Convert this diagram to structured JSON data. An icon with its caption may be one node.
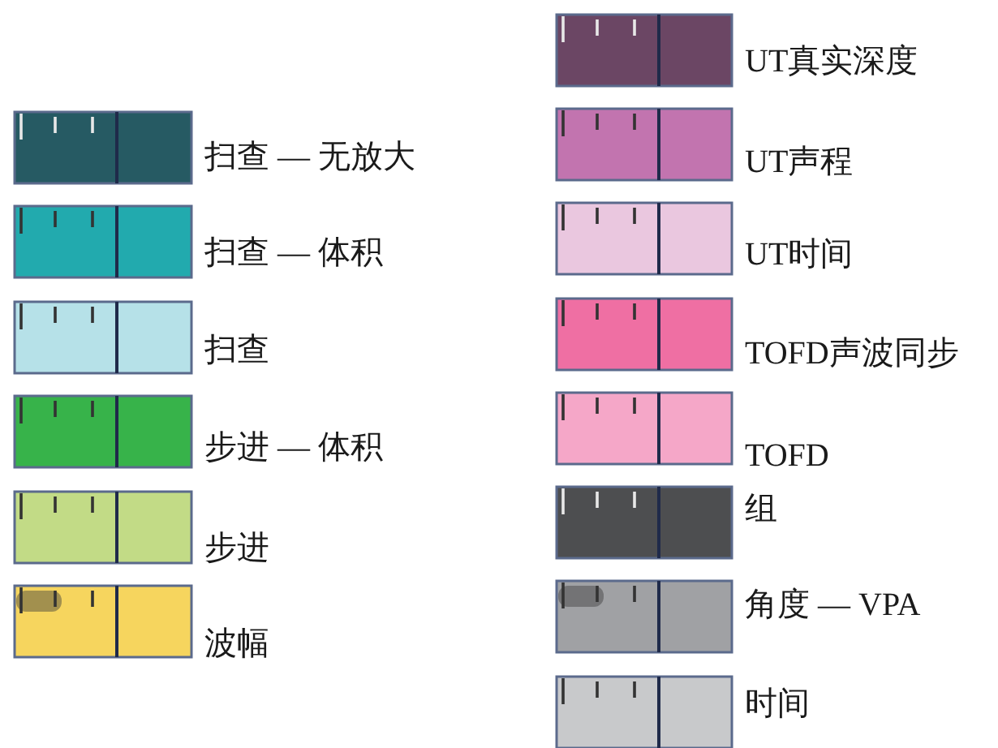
{
  "diagram": {
    "legend": [
      {
        "text": "扫查 — 无放大",
        "color": "#265a63"
      },
      {
        "text": "扫查 — 体积",
        "color": "#22aaae"
      },
      {
        "text": "扫查",
        "color": "#b6e1e8"
      },
      {
        "text": "步进 — 体积",
        "color": "#37b34a"
      },
      {
        "text": "步进",
        "color": "#c2db86"
      },
      {
        "text": "波幅",
        "color": "#f6d55e"
      },
      {
        "text": "UT真实深度",
        "color": "#6b4664"
      },
      {
        "text": "UT声程",
        "color": "#c274af"
      },
      {
        "text": "UT时间",
        "color": "#eac7df"
      },
      {
        "text": "TOFD声波同步",
        "color": "#ef6fa3"
      },
      {
        "text": "TOFD",
        "color": "#f5a7c8"
      },
      {
        "text": "组",
        "color": "#4d4e50"
      },
      {
        "text": "角度 — VPA",
        "color": "#a0a1a4"
      },
      {
        "text": "时间",
        "color": "#c8c9cb"
      }
    ]
  }
}
